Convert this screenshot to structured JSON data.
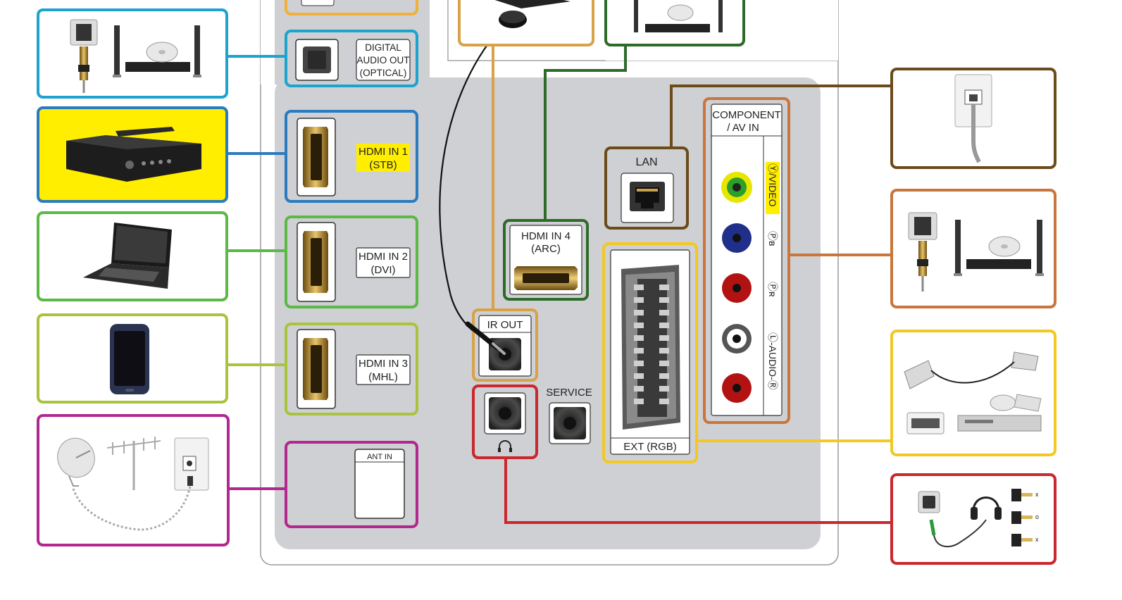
{
  "ports": {
    "digital_audio_out": [
      "DIGITAL",
      "AUDIO OUT",
      "(OPTICAL)"
    ],
    "hdmi1": [
      "HDMI IN 1",
      "(STB)"
    ],
    "hdmi2": [
      "HDMI IN 2",
      "(DVI)"
    ],
    "hdmi3": [
      "HDMI IN 3",
      "(MHL)"
    ],
    "ant_in": "ANT IN",
    "hdmi4": [
      "HDMI IN 4",
      "(ARC)"
    ],
    "ir_out": "IR OUT",
    "service": "SERVICE",
    "lan": "LAN",
    "component": [
      "COMPONENT",
      "/ AV IN"
    ],
    "component_video_label": "Ⓨ/VIDEO",
    "component_pb_label": "Ⓟʙ",
    "component_pr_label": "Ⓟʀ",
    "component_audio_label": "Ⓛ-AUDIO-Ⓡ",
    "ext_rgb": "EXT (RGB)"
  },
  "headphone_plug_marks": [
    "x",
    "o",
    "x"
  ],
  "colors": {
    "optical": "#1ea3cf",
    "hdmi1": "#2a7bc0",
    "hdmi2": "#5cb946",
    "hdmi3": "#a9c43c",
    "ant": "#b2288f",
    "ir": "#d7a24a",
    "hdmi4": "#2e6b2a",
    "lan": "#6b4b1a",
    "component": "#c8763c",
    "scart": "#f2c824",
    "headphone": "#c8282e",
    "highlight": "#ffee00",
    "panel": "#cfd0d3"
  }
}
